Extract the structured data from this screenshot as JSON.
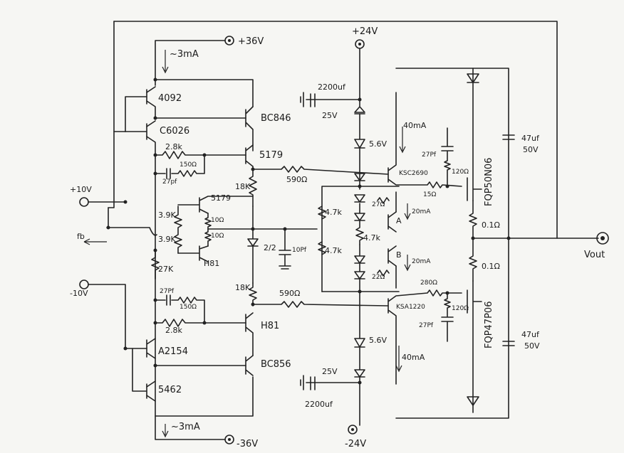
{
  "labels": {
    "p36": "+36V",
    "m36": "-36V",
    "p24": "+24V",
    "m24": "-24V",
    "p10": "+10V",
    "m10": "-10V",
    "fb": "fb",
    "vout": "Vout",
    "i3ma_top": "~3mA",
    "i3ma_bot": "~3mA",
    "q4092": "4092",
    "qc6026": "C6026",
    "qbc846": "BC846",
    "r2k8a": "2.8k",
    "c27pf_a": "27pf",
    "r150a": "150Ω",
    "q5179a": "5179",
    "r18k_a": "18K",
    "q5179b": "5179",
    "r10a": "10Ω",
    "r10b": "10Ω",
    "r3k9a": "3.9K",
    "r3k9b": "3.9K",
    "z22": "2/2",
    "c10pf": "10Pf",
    "r27k": "27K",
    "qh81a": "H81",
    "c27pf_b": "27Pf",
    "r150b": "150Ω",
    "r18k_b": "18K",
    "r590a": "590Ω",
    "r590b": "590Ω",
    "qh81b": "H81",
    "r2k8b": "2.8k",
    "qa2154": "A2154",
    "qbc856": "BC856",
    "q5462": "5462",
    "c2200a": "2200uf",
    "v25a": "25V",
    "z56a": "5.6V",
    "i40a": "40mA",
    "r4k7a": "4.7k",
    "r4k7b": "4.7k",
    "r4k7c": "4.7k",
    "r27a": "27Ω",
    "r22a": "22Ω",
    "qa": "A",
    "qb": "B",
    "i20a": "20mA",
    "i20b": "20mA",
    "qksc": "KSC2690",
    "qksa": "KSA1220",
    "r15a": "15Ω",
    "r280": "280Ω",
    "c27pf_c": "27Pf",
    "r120a": "120Ω",
    "c27pf_d": "27Pf",
    "r120b": "120Ω",
    "z56b": "5.6V",
    "i40b": "40mA",
    "c2200b": "2200uf",
    "v25b": "25V",
    "mosn": "FQP50N06",
    "mosp": "FQP47P06",
    "r01a": "0.1Ω",
    "r01b": "0.1Ω",
    "c47a": "47uf",
    "v50a": "50V",
    "c47b": "47uf",
    "v50b": "50V"
  }
}
